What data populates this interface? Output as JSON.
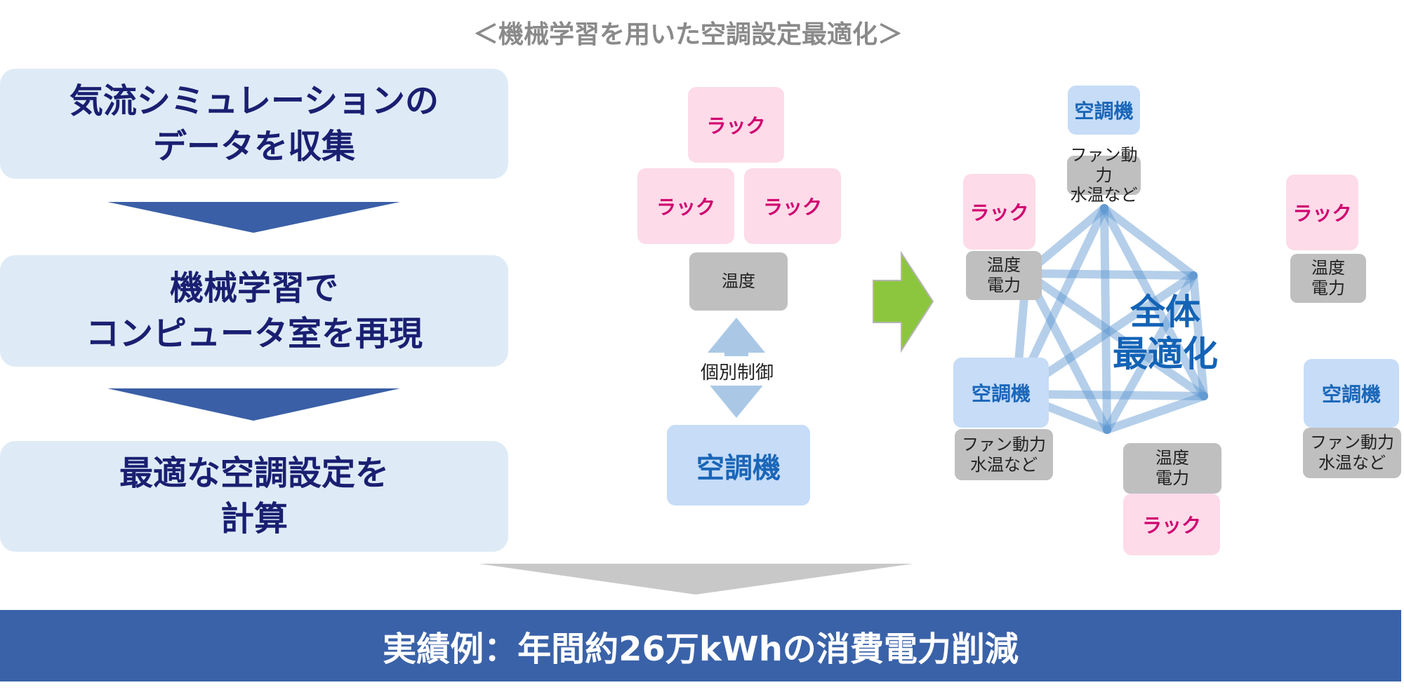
{
  "title": "＜機械学習を用いた空調設定最適化＞",
  "steps": [
    {
      "line1": "気流シミュレーションの",
      "line2": "データを収集"
    },
    {
      "line1": "機械学習で",
      "line2": "コンピュータ室を再現"
    },
    {
      "line1": "最適な空調設定を",
      "line2": "計算"
    }
  ],
  "individual": {
    "rack": "ラック",
    "temp": "温度",
    "control": "個別制御",
    "ac": "空調機"
  },
  "overall": {
    "rack": "ラック",
    "ac": "空調機",
    "rack_sensor_1": "温度",
    "rack_sensor_2": "電力",
    "ac_sensor_1": "ファン動力",
    "ac_sensor_2": "水温など",
    "center_1": "全体",
    "center_2": "最適化"
  },
  "result": "実績例：年間約26万kWhの消費電力削減"
}
